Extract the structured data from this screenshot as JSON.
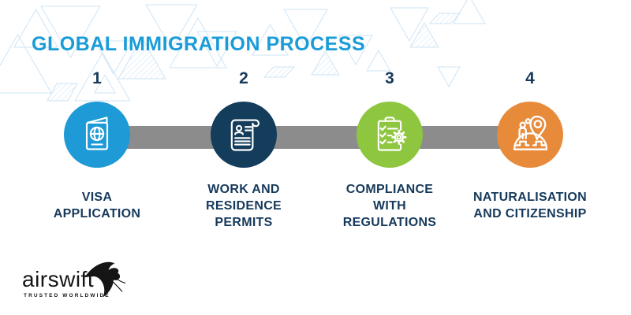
{
  "title": "GLOBAL IMMIGRATION PROCESS",
  "steps": [
    {
      "number": "1",
      "label": "VISA APPLICATION",
      "icon": "passport-icon",
      "color": "#1E9AD6"
    },
    {
      "number": "2",
      "label": "WORK AND RESIDENCE PERMITS",
      "icon": "work-permit-document-icon",
      "color": "#143C5B"
    },
    {
      "number": "3",
      "label": "COMPLIANCE WITH REGULATIONS",
      "icon": "compliance-checklist-icon",
      "color": "#8FC640"
    },
    {
      "number": "4",
      "label": "NATURALISATION AND CITIZENSHIP",
      "icon": "citizenship-globe-pin-icon",
      "color": "#E78B3B"
    }
  ],
  "timeline": {
    "connector_color": "#8C8C8C"
  },
  "logo": {
    "name": "airswift",
    "tagline": "TRUSTED WORLDWIDE"
  },
  "colors": {
    "title_text": "#1B9CD8",
    "step_text": "#16395B",
    "pattern_stroke": "#C6E0F5",
    "logo_ink": "#151515",
    "background": "#FFFFFF"
  }
}
